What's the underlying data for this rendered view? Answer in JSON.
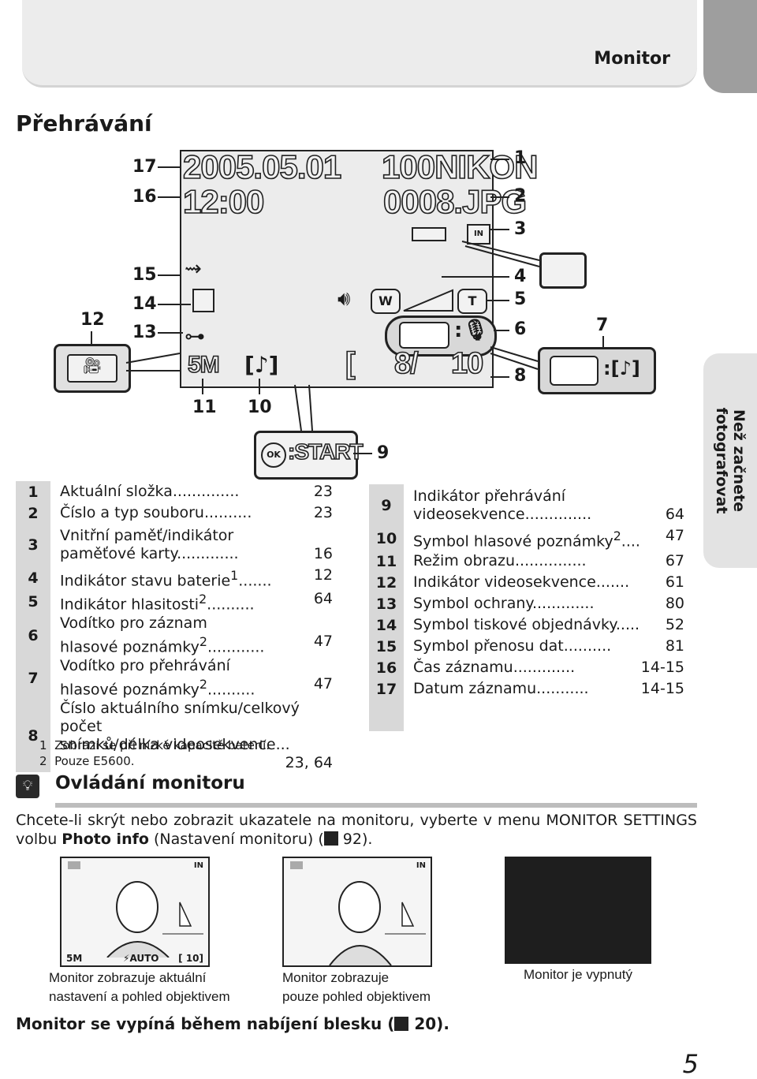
{
  "header": {
    "section": "Monitor"
  },
  "page_title": "Přehrávání",
  "lcd": {
    "date": "2005.05.01",
    "time": "12:00",
    "folder": "100NIKON",
    "file": "0008.JPG",
    "image_mode": "5M",
    "frame": "8/",
    "total": "10",
    "ok_start": ":START"
  },
  "callouts": [
    "1",
    "2",
    "3",
    "4",
    "5",
    "6",
    "7",
    "8",
    "9",
    "10",
    "11",
    "12",
    "13",
    "14",
    "15",
    "16",
    "17"
  ],
  "legend_left": [
    {
      "num": "1",
      "text": "Aktuální složka",
      "dots": "..............",
      "page": "23"
    },
    {
      "num": "2",
      "text": "Číslo a typ souboru",
      "dots": "..........",
      "page": "23"
    },
    {
      "num": "3",
      "text": "Vnitřní paměť/indikátor",
      "text2": "paměťové karty",
      "dots": ".............",
      "page": "16"
    },
    {
      "num": "4",
      "text": "Indikátor stavu baterie",
      "sup": "1",
      "dots": ".......",
      "page": "12"
    },
    {
      "num": "5",
      "text": "Indikátor hlasitosti",
      "sup": "2",
      "dots": "..........",
      "page": "64"
    },
    {
      "num": "6",
      "text": "Vodítko pro záznam",
      "text2": "hlasové poznámky",
      "sup2": "2",
      "dots": "............",
      "page": "47"
    },
    {
      "num": "7",
      "text": "Vodítko pro přehrávání",
      "text2": "hlasové poznámky",
      "sup2": "2",
      "dots": "..........",
      "page": "47"
    },
    {
      "num": "8",
      "text": "Číslo aktuálního snímku/celkový počet",
      "text2": "snímků/délka videosekvence",
      "dots": "...",
      "page": "23, 64"
    }
  ],
  "legend_right": [
    {
      "num": "9",
      "text": "Indikátor přehrávání",
      "text2": "videosekvence",
      "dots": "..............",
      "page": "64"
    },
    {
      "num": "10",
      "text": "Symbol hlasové poznámky",
      "sup": "2",
      "dots": "....",
      "page": "47"
    },
    {
      "num": "11",
      "text": "Režim obrazu",
      "dots": "...............",
      "page": "67"
    },
    {
      "num": "12",
      "text": "Indikátor videosekvence",
      "dots": ".......",
      "page": "61"
    },
    {
      "num": "13",
      "text": "Symbol ochrany",
      "dots": ".............",
      "page": "80"
    },
    {
      "num": "14",
      "text": "Symbol tiskové objednávky",
      "dots": ".....",
      "page": "52"
    },
    {
      "num": "15",
      "text": "Symbol přenosu dat",
      "dots": "..........",
      "page": "81"
    },
    {
      "num": "16",
      "text": "Čas záznamu",
      "dots": ".............",
      "page": "14-15"
    },
    {
      "num": "17",
      "text": "Datum záznamu",
      "dots": "...........",
      "page": "14-15"
    }
  ],
  "footnotes": [
    {
      "mark": "1",
      "text": "Zobrazí se při nízké kapacitě baterií."
    },
    {
      "mark": "2",
      "text": "Pouze E5600."
    }
  ],
  "section_title": "Ovládání monitoru",
  "paragraph": {
    "part1": "Chcete-li skrýt nebo zobrazit ukazatele na monitoru, vyberte v menu MONITOR SETTINGS volbu ",
    "bold": "Photo info",
    "part2": " (Nastavení monitoru) (",
    "part3": " 92)."
  },
  "screens": [
    {
      "caption1": "Monitor zobrazuje aktuální",
      "caption2": "nastavení a pohled objektivem",
      "mode": "5M",
      "flash": "AUTO",
      "count": "10"
    },
    {
      "caption1": "Monitor zobrazuje",
      "caption2": "pouze pohled objektivem"
    },
    {
      "caption1": "Monitor je vypnutý"
    }
  ],
  "bottom_note": {
    "part1": "Monitor se vypíná během nabíjení blesku (",
    "part2": " 20)."
  },
  "side_tab": {
    "line1": "Než začnete",
    "line2": "fotografovat"
  },
  "page_number": "5"
}
